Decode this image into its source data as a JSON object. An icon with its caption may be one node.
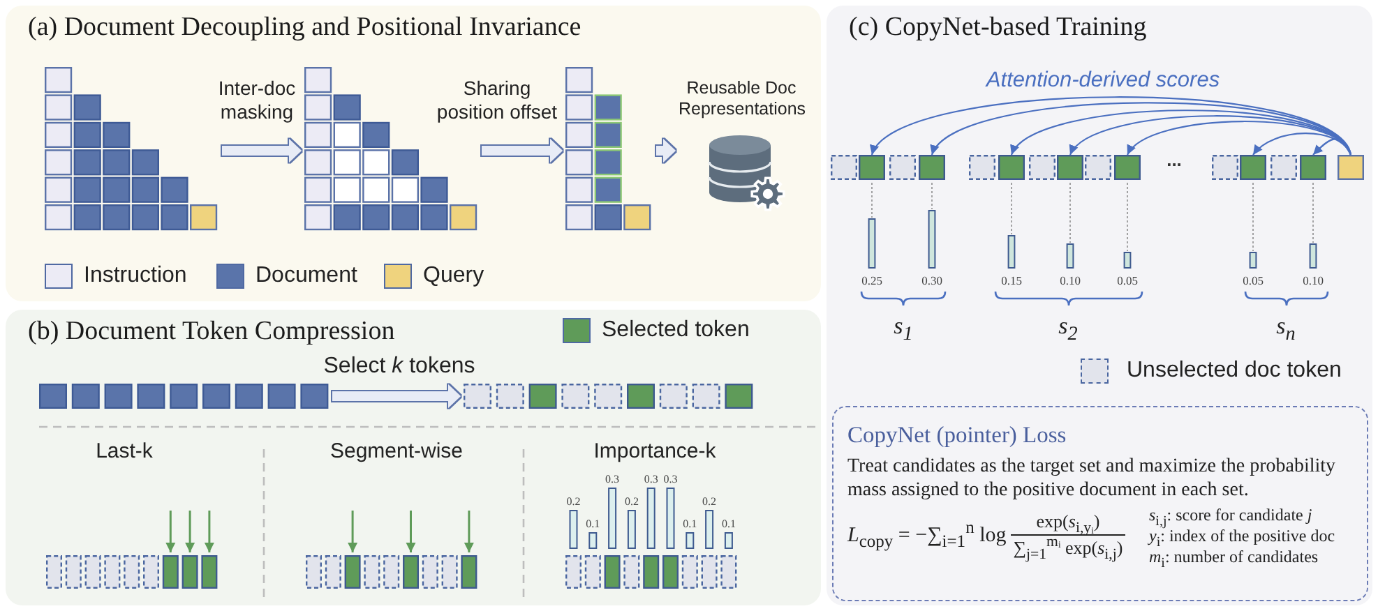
{
  "diagram": {
    "nodes": [
      {
        "text": [
          "(a) Document Decoupling and Positional Invariance"
        ]
      },
      {
        "text": [],
        "shape": "grid",
        "in": 0
      },
      {
        "text": [],
        "shape": "grid",
        "in": 0
      },
      {
        "text": [],
        "shape": "grid",
        "in": 0
      },
      {
        "text": [
          "Reusable Doc Representations"
        ],
        "in": 0
      },
      {
        "text": [
          "(b) Document Token Compression"
        ]
      },
      {
        "text": [],
        "shape": "row",
        "in": 5
      },
      {
        "text": [],
        "shape": "row",
        "in": 5
      },
      {
        "text": [
          "(c) CopyNet-based Training"
        ]
      },
      {
        "text": [],
        "shape": "box",
        "in": 8
      },
      {
        "text": [],
        "shape": "box",
        "in": 8
      },
      {
        "text": [],
        "shape": "box",
        "in": 8
      },
      {
        "text": [],
        "shape": "box",
        "in": 8
      },
      {
        "text": [],
        "shape": "box",
        "in": 8
      },
      {
        "text": [],
        "shape": "box",
        "in": 8
      },
      {
        "text": [],
        "shape": "box",
        "in": 8
      },
      {
        "text": [],
        "shape": "box",
        "in": 8
      },
      {
        "text": [
          "CopyNet (pointer) Loss",
          "Treat candidates as the target set and maximize the probability mass assigned to the positive document in each set.",
          "*L*$_{copy}$ = −∑$_{i=1}$$^{n}$ log",
          "exp(*s*$_{i,yᵢ}$)",
          "∑$_{j=1}$$^{mᵢ}$ exp(*s*$_{i,j}$)",
          "*s*$_{i,j}$: score for candidate *j*",
          "*y*$_{i}$: index of the positive doc",
          "*m*$_{i}$: number of candidates"
        ],
        "in": 8
      }
    ],
    "edges": [
      {
        "from": 1,
        "to": 2,
        "arrow": "to",
        "label": "Inter-doc masking",
        "style": "thick",
        "color": "#e8ecf6"
      },
      {
        "from": 2,
        "to": 3,
        "arrow": "to",
        "label": "Sharing position offset",
        "style": "thick",
        "color": "#e8ecf6"
      },
      {
        "from": 3,
        "to": 4,
        "arrow": "to",
        "style": "thick",
        "color": "#e8ecf6"
      },
      {
        "from": 6,
        "to": 7,
        "arrow": "to",
        "label": "Select *k* tokens",
        "style": "thick",
        "color": "#e8ecf6"
      },
      {
        "from": 16,
        "to": 9,
        "arrow": "to"
      },
      {
        "from": 16,
        "to": 10,
        "arrow": "to"
      },
      {
        "from": 16,
        "to": 11,
        "arrow": "to"
      },
      {
        "from": 16,
        "to": 12,
        "arrow": "to"
      },
      {
        "from": 16,
        "to": 13,
        "arrow": "to"
      },
      {
        "from": 16,
        "to": 14,
        "arrow": "to"
      },
      {
        "from": 16,
        "to": 15,
        "arrow": "to"
      }
    ],
    "labels": [
      "Last-k",
      "Segment-wise",
      "Importance-k",
      "0.2",
      "0.1",
      "0.3",
      "0.2",
      "0.3",
      "0.3",
      "0.1",
      "0.2",
      "0.1",
      "Attention-derived scores",
      "...",
      "0.25",
      "0.30",
      "0.15",
      "0.10",
      "0.05",
      "0.05",
      "0.10",
      "s$_{1}$",
      "s$_{2}$",
      "s$_{n}$"
    ],
    "legend": [
      {
        "text": "Instruction",
        "color": "#ecebf5"
      },
      {
        "text": "Document",
        "color": "#5a74aa"
      },
      {
        "text": "Query",
        "color": "#efd37e"
      },
      {
        "text": "Selected token",
        "color": "#5f9b59"
      },
      {
        "text": "Unselected doc token"
      }
    ]
  }
}
